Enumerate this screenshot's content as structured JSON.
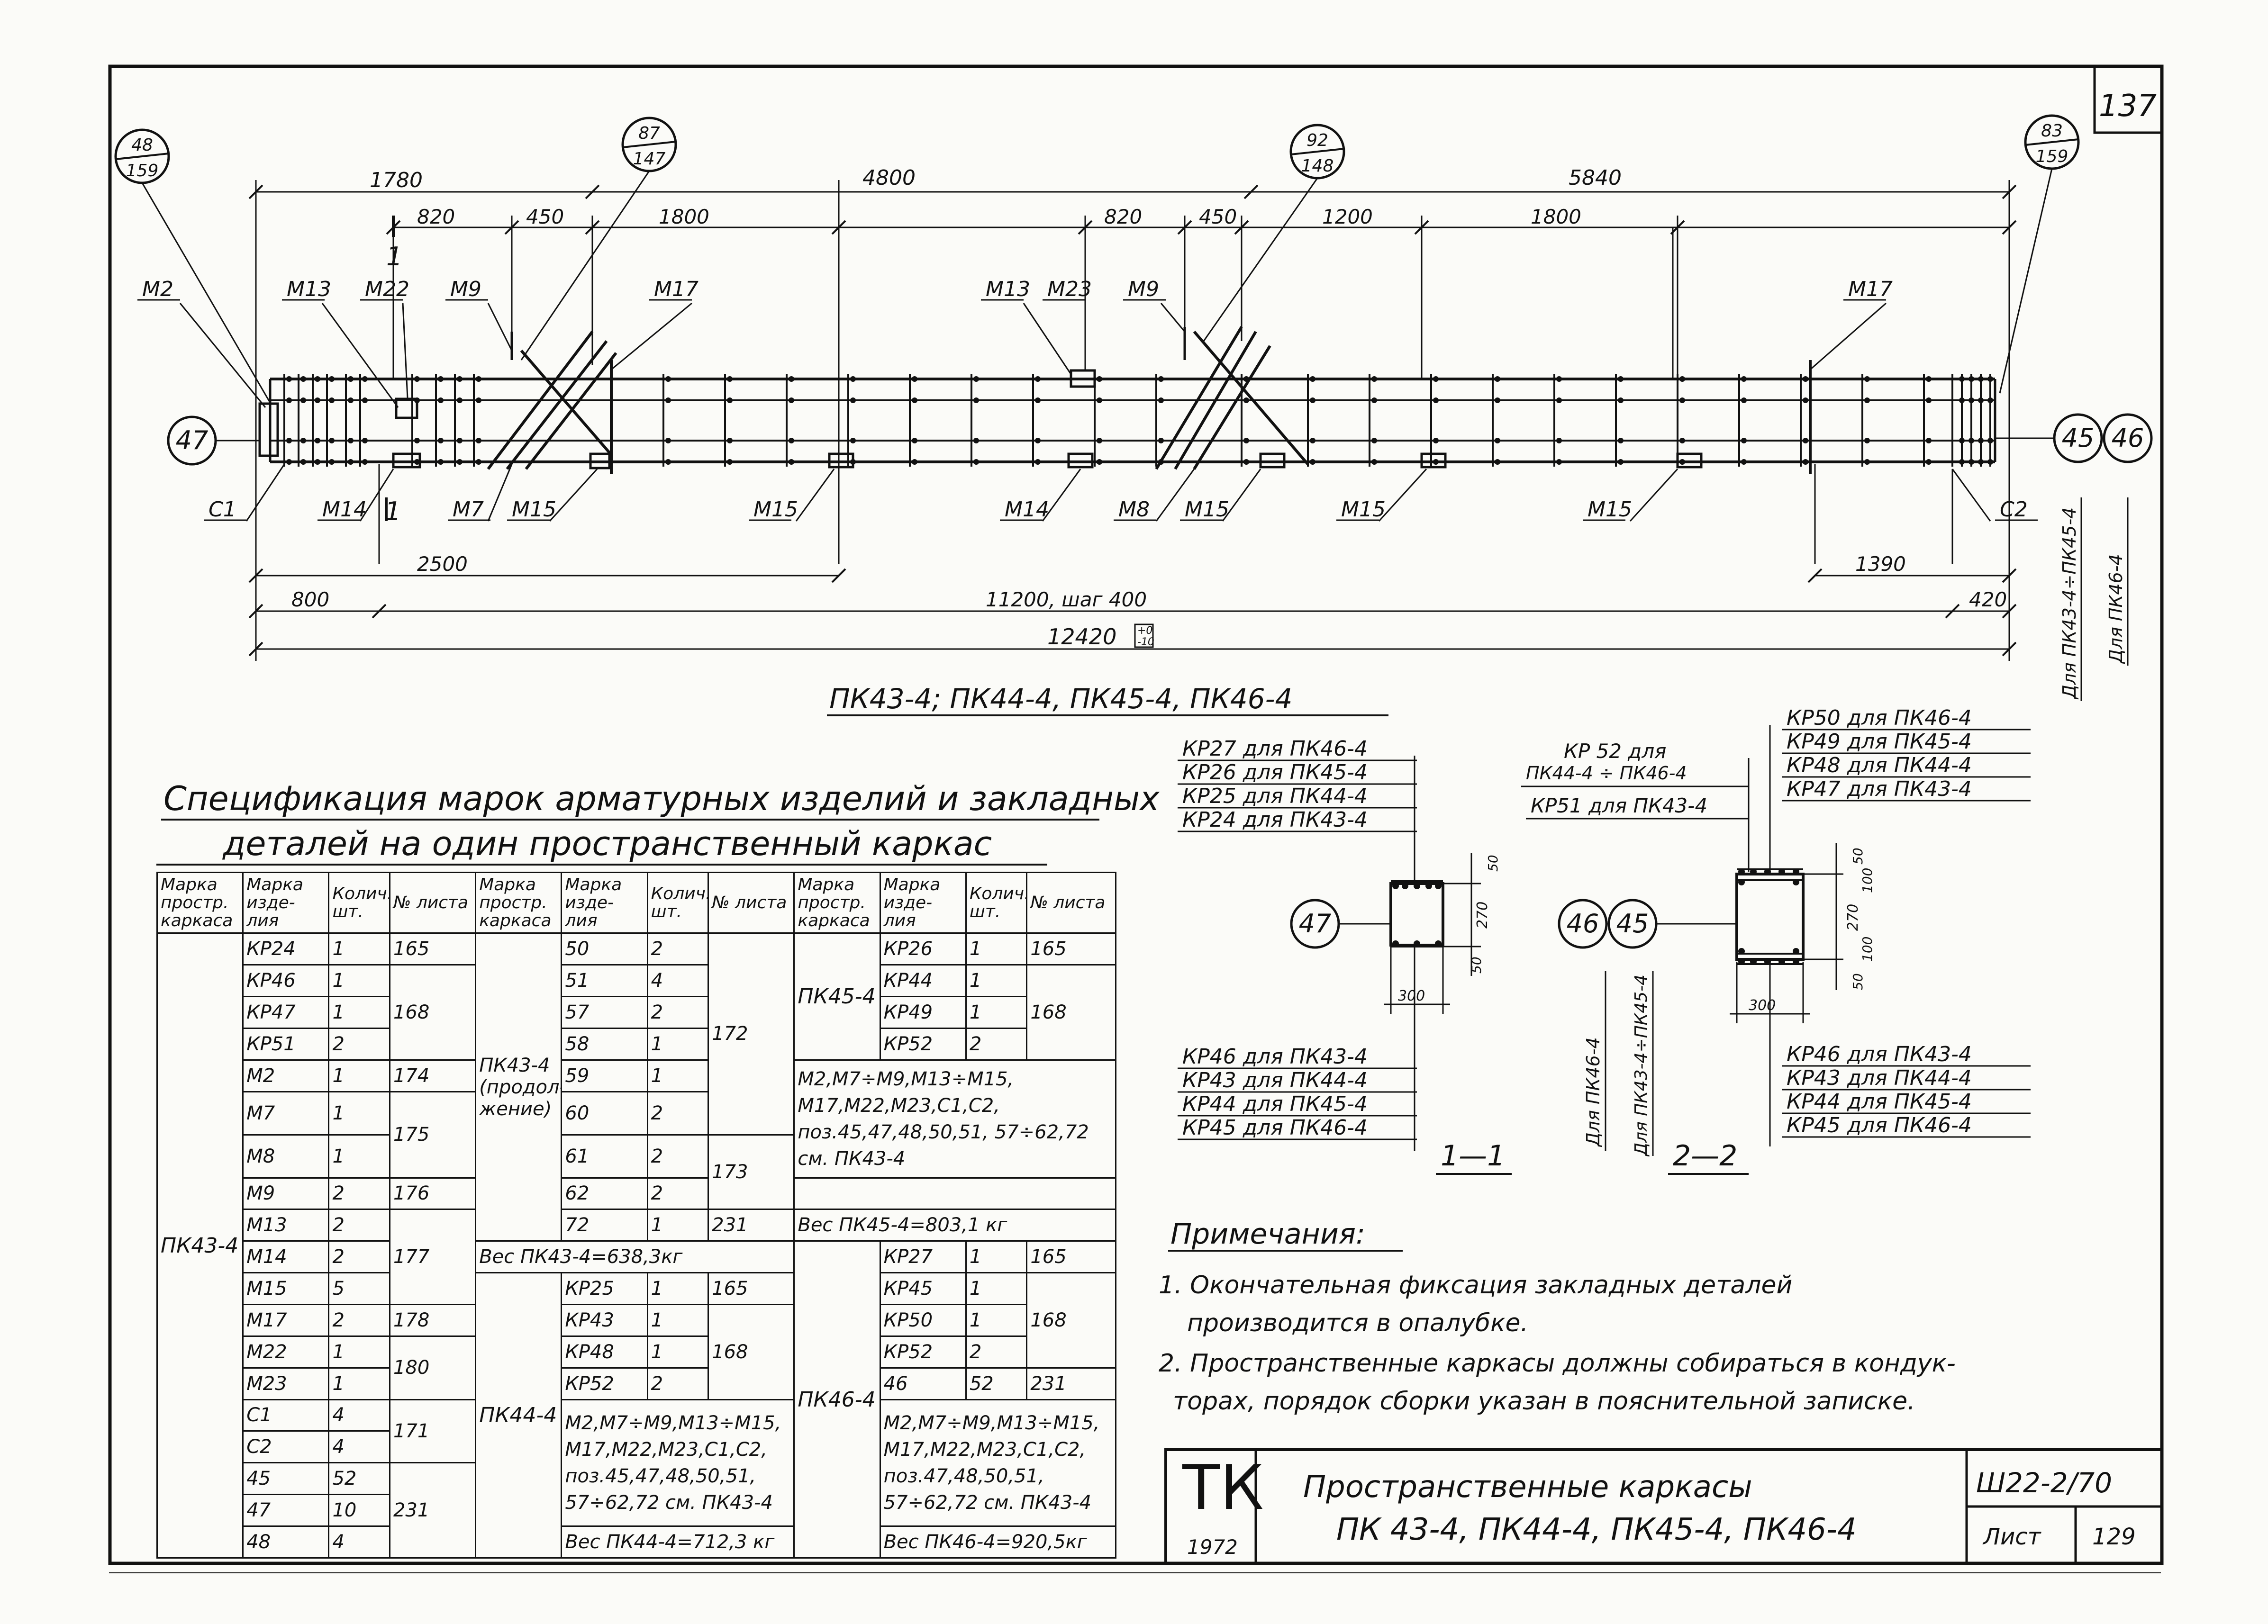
{
  "sheet_number": "137",
  "title": "ПК43-4; ПК44-4, ПК45-4, ПК46-4",
  "bubbles": [
    {
      "top": "48",
      "bottom": "159"
    },
    {
      "top": "87",
      "bottom": "147"
    },
    {
      "top": "92",
      "bottom": "148"
    },
    {
      "top": "83",
      "bottom": "159"
    }
  ],
  "node_circles": [
    "47",
    "45",
    "46",
    "47",
    "46",
    "45"
  ],
  "dims": {
    "d1780": "1780",
    "d4800": "4800",
    "d5840": "5840",
    "d820a": "820",
    "d450a": "450",
    "d1800a": "1800",
    "d820b": "820",
    "d450b": "450",
    "d1200": "1200",
    "d1800b": "1800",
    "d2500": "2500",
    "d1390": "1390",
    "d800": "800",
    "d11200": "11200, шаг 400",
    "d420": "420",
    "d12420": "12420",
    "d12420_sup": "+0",
    "d12420_sub": "-10"
  },
  "section_mark": "1",
  "marks": [
    "М2",
    "М13",
    "М22",
    "М9",
    "М17",
    "М13",
    "М23",
    "М9",
    "М17",
    "С1",
    "М14",
    "М7",
    "М15",
    "М15",
    "М14",
    "М8",
    "М15",
    "М15",
    "М15",
    "С2"
  ],
  "side_notes": [
    "Для ПК43-4÷ПК45-4",
    "Для ПК46-4"
  ],
  "sections": {
    "s11": {
      "callouts_top": [
        "КР27 для ПК46-4",
        "КР26 для ПК45-4",
        "КР25 для ПК44-4",
        "КР24 для ПК43-4"
      ],
      "callouts_bottom": [
        "КР46 для ПК43-4",
        "КР43 для ПК44-4",
        "КР44 для ПК45-4",
        "КР45 для ПК46-4"
      ],
      "dim_top": "50",
      "dim_mid": "270",
      "dim_bot": "50",
      "dim_width": "300",
      "label": "1—1",
      "side": "Для ПК46-4"
    },
    "s22": {
      "callout_kp52a": "КР 52 для",
      "callout_kp52b": "ПК44-4 ÷ ПК46-4",
      "callout_kp51": "КР51 для ПК43-4",
      "callouts_top": [
        "КР50 для ПК46-4",
        "КР49 для ПК45-4",
        "КР48 для ПК44-4",
        "КР47 для ПК43-4"
      ],
      "callouts_bottom": [
        "КР46 для ПК43-4",
        "КР43 для ПК44-4",
        "КР44 для ПК45-4",
        "КР45 для ПК46-4"
      ],
      "dims": [
        "50",
        "100",
        "270",
        "100",
        "50"
      ],
      "dim_width": "300",
      "label": "2—2",
      "side": "Для ПК43-4÷ПК45-4"
    }
  },
  "spec": {
    "title_line1": "Спецификация марок арматурных изделий и закладных",
    "title_line2": "деталей на один пространственный каркас",
    "hdr": {
      "c1": "Марка простр. каркаса",
      "c2": "Марка изде- лия",
      "c3": "Колич. шт.",
      "c4": "№ листа"
    },
    "g1_name": "ПК43-4",
    "g1_items": [
      "КР24",
      "КР46",
      "КР47",
      "КР51",
      "М2",
      "М7",
      "М8",
      "М9",
      "М13",
      "М14",
      "М15",
      "М17",
      "М22",
      "М23",
      "С1",
      "С2",
      "45",
      "47",
      "48"
    ],
    "g1_qty": [
      "1",
      "1",
      "1",
      "2",
      "1",
      "1",
      "1",
      "2",
      "2",
      "2",
      "5",
      "2",
      "1",
      "1",
      "4",
      "4",
      "52",
      "10",
      "4"
    ],
    "g1_sheets": [
      "165",
      "168",
      "174",
      "175",
      "176",
      "177",
      "177",
      "178",
      "180",
      "171",
      "231"
    ],
    "g2_name": "ПК43-4 (продол- жение)",
    "g2_items": [
      "50",
      "51",
      "57",
      "58",
      "59",
      "60",
      "61",
      "62",
      "72"
    ],
    "g2_qty": [
      "2",
      "4",
      "2",
      "1",
      "1",
      "2",
      "2",
      "2",
      "1"
    ],
    "g2_sheets": [
      "172",
      "173",
      "231"
    ],
    "g2_weight": "Вес ПК43-4=638,3кг",
    "g3_name": "ПК44-4",
    "g3_items": [
      "КР25",
      "КР43",
      "КР48",
      "КР52"
    ],
    "g3_qty": [
      "1",
      "1",
      "1",
      "2"
    ],
    "g3_sheets": [
      "165",
      "168"
    ],
    "g3_note": "М2,М7÷М9,М13÷М15, М17,М22,М23,С1,С2, поз.45,47,48,50,51, 57÷62,72 см. ПК43-4",
    "g3_weight": "Вес ПК44-4=712,3 кг",
    "g4_name": "ПК45-4",
    "g4_items": [
      "КР26",
      "КР44",
      "КР49",
      "КР52"
    ],
    "g4_qty": [
      "1",
      "1",
      "1",
      "2"
    ],
    "g4_sheets": [
      "165",
      "168"
    ],
    "g4_note": "М2,М7÷М9,М13÷М15, М17,М22,М23,С1,С2, поз.45,47,48,50,51, 57÷62,72 см. ПК43-4",
    "g4_weight": "Вес ПК45-4=803,1 кг",
    "g5_name": "ПК46-4",
    "g5_items": [
      "КР27",
      "КР45",
      "КР50",
      "КР52",
      "46"
    ],
    "g5_qty": [
      "1",
      "1",
      "1",
      "2",
      "52"
    ],
    "g5_sheets": [
      "165",
      "168",
      "231"
    ],
    "g5_note": "М2,М7÷М9,М13÷М15, М17,М22,М23,С1,С2, поз.47,48,50,51, 57÷62,72 см. ПК43-4",
    "g5_weight": "Вес ПК46-4=920,5кг"
  },
  "notes": {
    "heading": "Примечания:",
    "n1a": "1. Окончательная фиксация закладных деталей",
    "n1b": "производится в опалубке.",
    "n2a": "2. Пространственные каркасы должны собираться в кондук-",
    "n2b": "торах, порядок сборки указан в пояснительной записке."
  },
  "stamp": {
    "logo": "ТК",
    "year": "1972",
    "title1": "Пространственные каркасы",
    "title2": "ПК 43-4, ПК44-4, ПК45-4, ПК46-4",
    "code": "Ш22-2/70",
    "sheet_label": "Лист",
    "sheet_no": "129"
  }
}
